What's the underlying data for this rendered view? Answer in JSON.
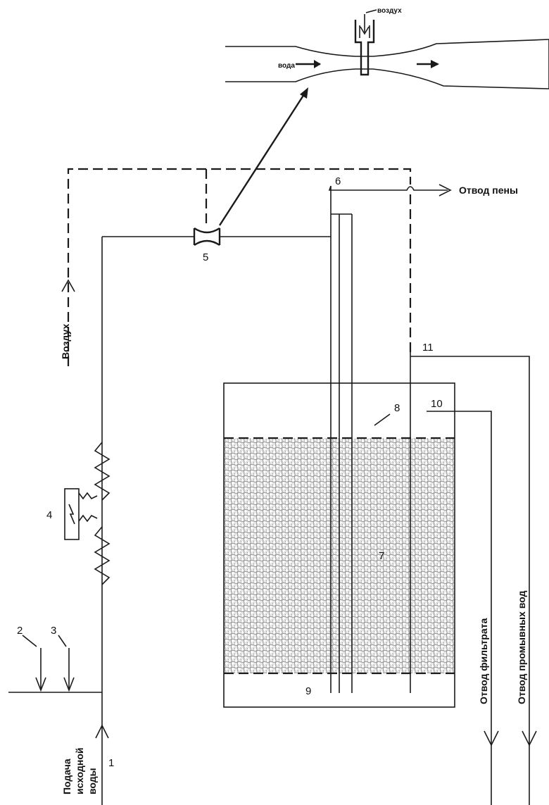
{
  "labels": {
    "n1": "1",
    "n2": "2",
    "n3": "3",
    "n4": "4",
    "n5": "5",
    "n6": "6",
    "n7": "7",
    "n8": "8",
    "n9": "9",
    "n10": "10",
    "n11": "11",
    "foam_outlet": "Отвод пены",
    "air_vertical": "Воздух",
    "raw_water_line1": "Подача",
    "raw_water_line2": "исходной",
    "raw_water_line3": "воды",
    "filtrate_outlet": "Отвод фильтрата",
    "wash_water_outlet": "Отвод промывных вод",
    "ejector_air": "воздух",
    "ejector_water": "вода"
  }
}
